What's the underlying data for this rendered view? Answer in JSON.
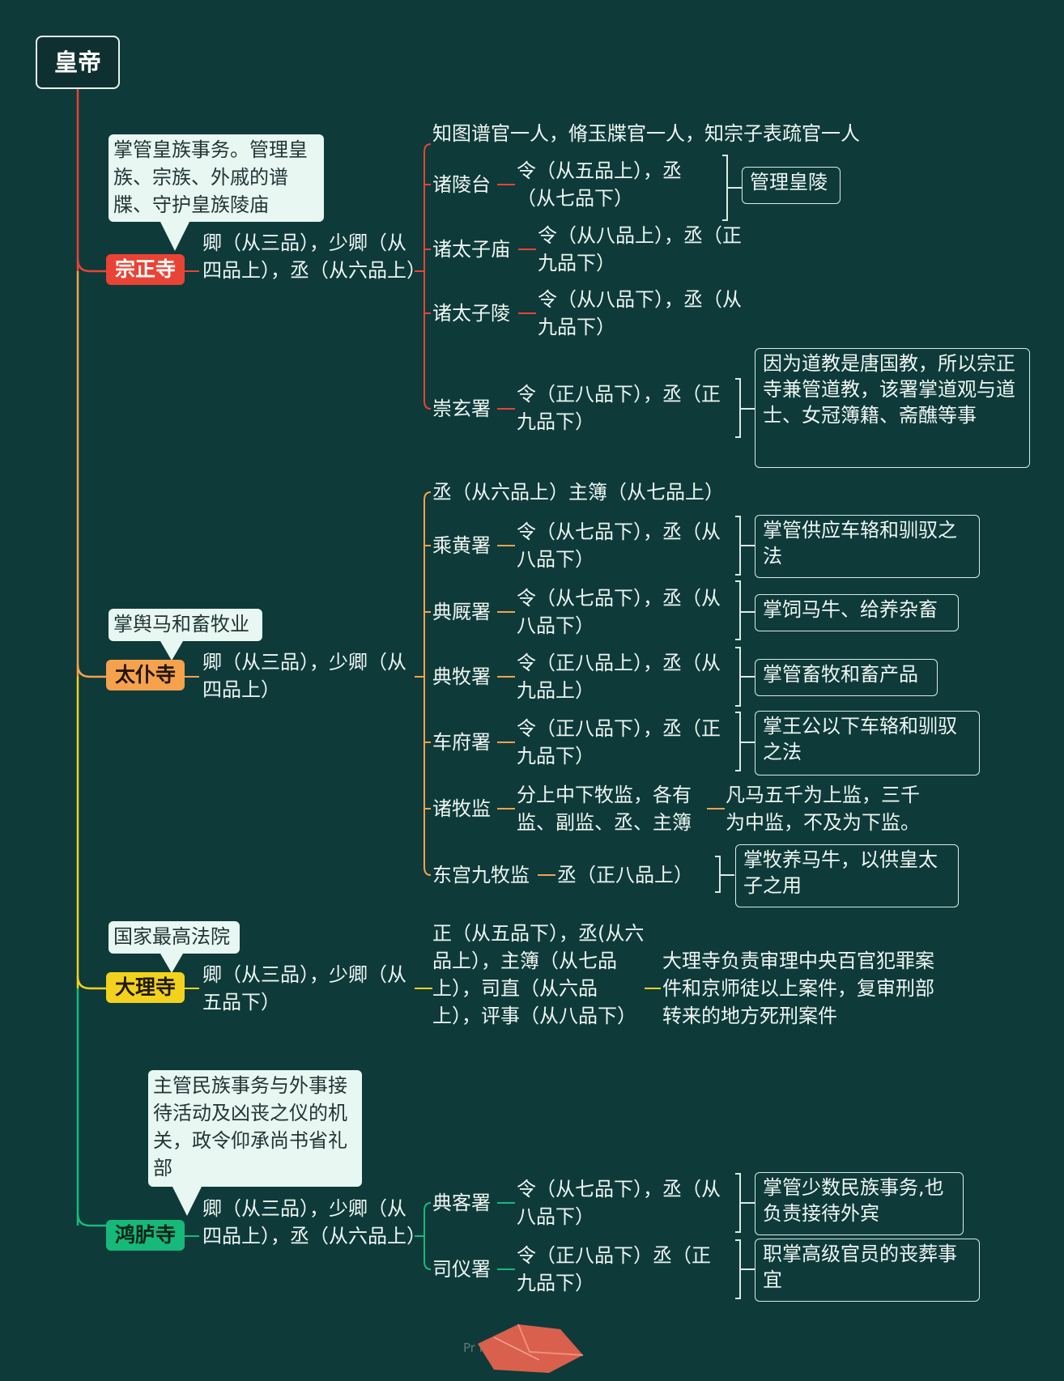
{
  "root": "皇帝",
  "colors": {
    "background": "#0e3a3a",
    "zongzheng": "#e94335",
    "taipu": "#f6a24c",
    "dali": "#f3d21e",
    "honglu": "#16b97a"
  },
  "zongzheng": {
    "name": "宗正寺",
    "note": "掌管皇族事务。管理皇族、宗族、外戚的谱牒、守护皇族陵庙",
    "officials": "卿（从三品），少卿（从四品上），丞（从六品上）",
    "sub_top": "知图谱官一人，脩玉牒官一人，知宗子表疏官一人",
    "sub": [
      {
        "name": "诸陵台",
        "ranks": "令（从五品上），丞（从七品下）",
        "duty": "管理皇陵"
      },
      {
        "name": "诸太子庙",
        "ranks": "令（从八品上），丞（正九品下）"
      },
      {
        "name": "诸太子陵",
        "ranks": "令（从八品下），丞（从九品下）"
      },
      {
        "name": "崇玄署",
        "ranks": "令（正八品下），丞（正九品下）",
        "duty": "因为道教是唐国教，所以宗正寺兼管道教，该署掌道观与道士、女冠簿籍、斋醮等事"
      }
    ]
  },
  "taipu": {
    "name": "太仆寺",
    "note": "掌舆马和畜牧业",
    "officials": "卿（从三品），少卿（从四品上）",
    "sub_top": "丞（从六品上）主簿（从七品上）",
    "sub": [
      {
        "name": "乘黄署",
        "ranks": "令（从七品下），丞（从八品下）",
        "duty": "掌管供应车辂和驯驭之法"
      },
      {
        "name": "典厩署",
        "ranks": "令（从七品下），丞（从八品下）",
        "duty": "掌饲马牛、给养杂畜"
      },
      {
        "name": "典牧署",
        "ranks": "令（正八品上），丞（从九品上）",
        "duty": "掌管畜牧和畜产品"
      },
      {
        "name": "车府署",
        "ranks": "令（正八品下），丞（正九品下）",
        "duty": "掌王公以下车辂和驯驭之法"
      },
      {
        "name": "诸牧监",
        "ranks": "分上中下牧监，各有监、副监、丞、主簿",
        "duty": "凡马五千为上监，三千为中监，不及为下监。"
      },
      {
        "name": "东宫九牧监",
        "ranks": "丞（正八品上）",
        "duty": "掌牧养马牛，以供皇太子之用"
      }
    ]
  },
  "dali": {
    "name": "大理寺",
    "note": "国家最高法院",
    "officials": "卿（从三品），少卿（从五品下）",
    "ranks": "正（从五品下），丞(从六品上），主簿（从七品上），司直（从六品上），评事（从八品下）",
    "duty": "大理寺负责审理中央百官犯罪案件和京师徒以上案件，复审刑部转来的地方死刑案件"
  },
  "honglu": {
    "name": "鸿胪寺",
    "note": "主管民族事务与外事接待活动及凶丧之仪的机关，政令仰承尚书省礼部",
    "officials": "卿（从三品），少卿（从四品上），丞（从六品上）",
    "sub": [
      {
        "name": "典客署",
        "ranks": "令（从七品下），丞（从八品下）",
        "duty": "掌管少数民族事务,也负责接待外宾"
      },
      {
        "name": "司仪署",
        "ranks": "令（正八品下）丞（正九品下）",
        "duty": "职掌高级官员的丧葬事宜"
      }
    ]
  },
  "watermark": "Pr                    nd"
}
